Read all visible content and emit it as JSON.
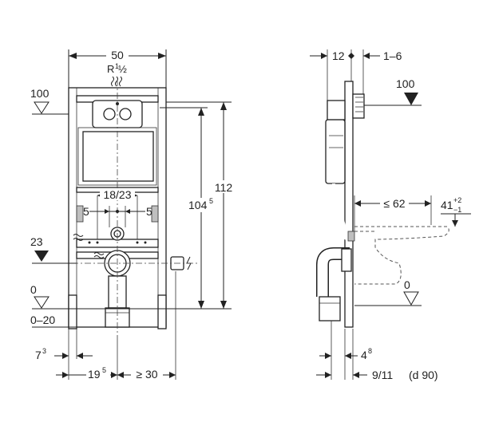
{
  "front_view": {
    "width_50": "50",
    "supply_r": "R",
    "supply_half": "½",
    "supply_prefix": "1",
    "level_100": "100",
    "level_23": "23",
    "level_0": "0",
    "range_0_20": "0–20",
    "dim_112": "112",
    "dim_104_main": "104",
    "dim_104_sup": "5",
    "dim_18_23": "18/23",
    "dim_5_left": "5",
    "dim_5_right": "5",
    "dim_7_main": "7",
    "dim_7_sup": "3",
    "dim_19_main": "19",
    "dim_19_sup": "5",
    "dim_ge30": "≥ 30"
  },
  "side_view": {
    "dim_12": "12",
    "dim_1_6": "1–6",
    "level_100": "100",
    "dim_le62": "≤ 62",
    "dim_41": "41",
    "dim_41_plus": "+2",
    "dim_41_minus": "−1",
    "level_0": "0",
    "dim_4_main": "4",
    "dim_4_sup": "8",
    "dim_9_11": "9/11",
    "dim_d90": "(d 90)"
  },
  "colors": {
    "line": "#222222",
    "fill_gray": "#bfbfbf",
    "background": "#ffffff"
  }
}
